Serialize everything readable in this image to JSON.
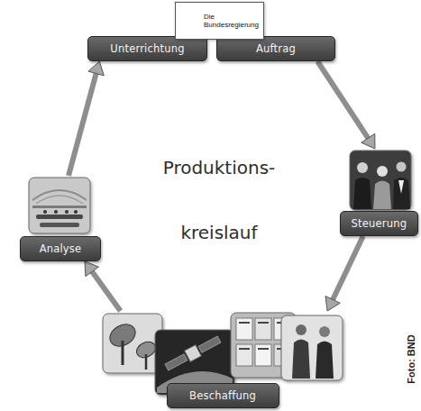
{
  "diagram": {
    "nodes": [
      {
        "text": [
          "Die Bundesregierung"
        ]
      },
      {
        "text": [
          "Unterrichtung"
        ]
      },
      {
        "text": [
          "Auftrag"
        ]
      },
      {
        "text": [
          "Steuerung"
        ]
      },
      {
        "text": [
          "Analyse"
        ]
      },
      {
        "text": [
          "Beschaffung"
        ]
      }
    ],
    "edges": [
      {
        "from": 2,
        "to": 3,
        "arrow": "to"
      },
      {
        "from": 3,
        "to": 5,
        "arrow": "to"
      },
      {
        "from": 5,
        "to": 4,
        "arrow": "to"
      },
      {
        "from": 4,
        "to": 1,
        "arrow": "to"
      }
    ],
    "labels": [
      "Produktions- kreislauf",
      "Foto: BND"
    ]
  }
}
